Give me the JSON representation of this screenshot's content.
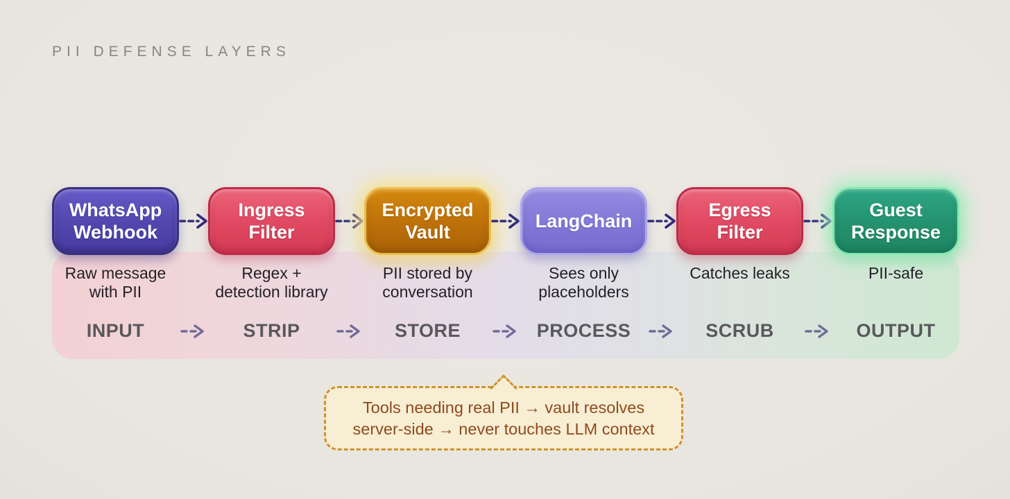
{
  "title": "PII DEFENSE LAYERS",
  "nodes": [
    {
      "label_lines": [
        "WhatsApp",
        "Webhook"
      ],
      "desc_lines": [
        "Raw message",
        "with PII"
      ],
      "stage": "INPUT"
    },
    {
      "label_lines": [
        "Ingress",
        "Filter"
      ],
      "desc_lines": [
        "Regex +",
        "detection library"
      ],
      "stage": "STRIP"
    },
    {
      "label_lines": [
        "Encrypted",
        "Vault"
      ],
      "desc_lines": [
        "PII stored by",
        "conversation"
      ],
      "stage": "STORE"
    },
    {
      "label_lines": [
        "LangChain",
        ""
      ],
      "desc_lines": [
        "Sees only",
        "placeholders"
      ],
      "stage": "PROCESS"
    },
    {
      "label_lines": [
        "Egress",
        "Filter"
      ],
      "desc_lines": [
        "Catches leaks",
        ""
      ],
      "stage": "SCRUB"
    },
    {
      "label_lines": [
        "Guest",
        "Response"
      ],
      "desc_lines": [
        "PII-safe",
        ""
      ],
      "stage": "OUTPUT"
    }
  ],
  "callout": {
    "line1": "Tools needing real PII → vault resolves",
    "line2": "server-side → never touches LLM context"
  },
  "colors": {
    "background": "#eae8e2",
    "title_text": "#878680",
    "band_left_pink": "#f3d0d3",
    "band_mid_lavender": "#e3dde9",
    "band_right_green": "#cfe8d2",
    "node_indigo": "#5246ae",
    "node_red": "#e04a62",
    "node_amber": "#bf7209",
    "node_amber_glow_border": "#ecbe4a",
    "node_violet": "#8176d6",
    "node_green": "#23906c",
    "node_green_glow_border": "#84e8b0",
    "flow_arrow": "#302c7d",
    "stage_arrow": "#6f6b98",
    "stage_text": "#59585b",
    "desc_text": "#221f26",
    "callout_bg": "#f8eed3",
    "callout_border": "#cf9230",
    "callout_text": "#8e4a1f"
  }
}
